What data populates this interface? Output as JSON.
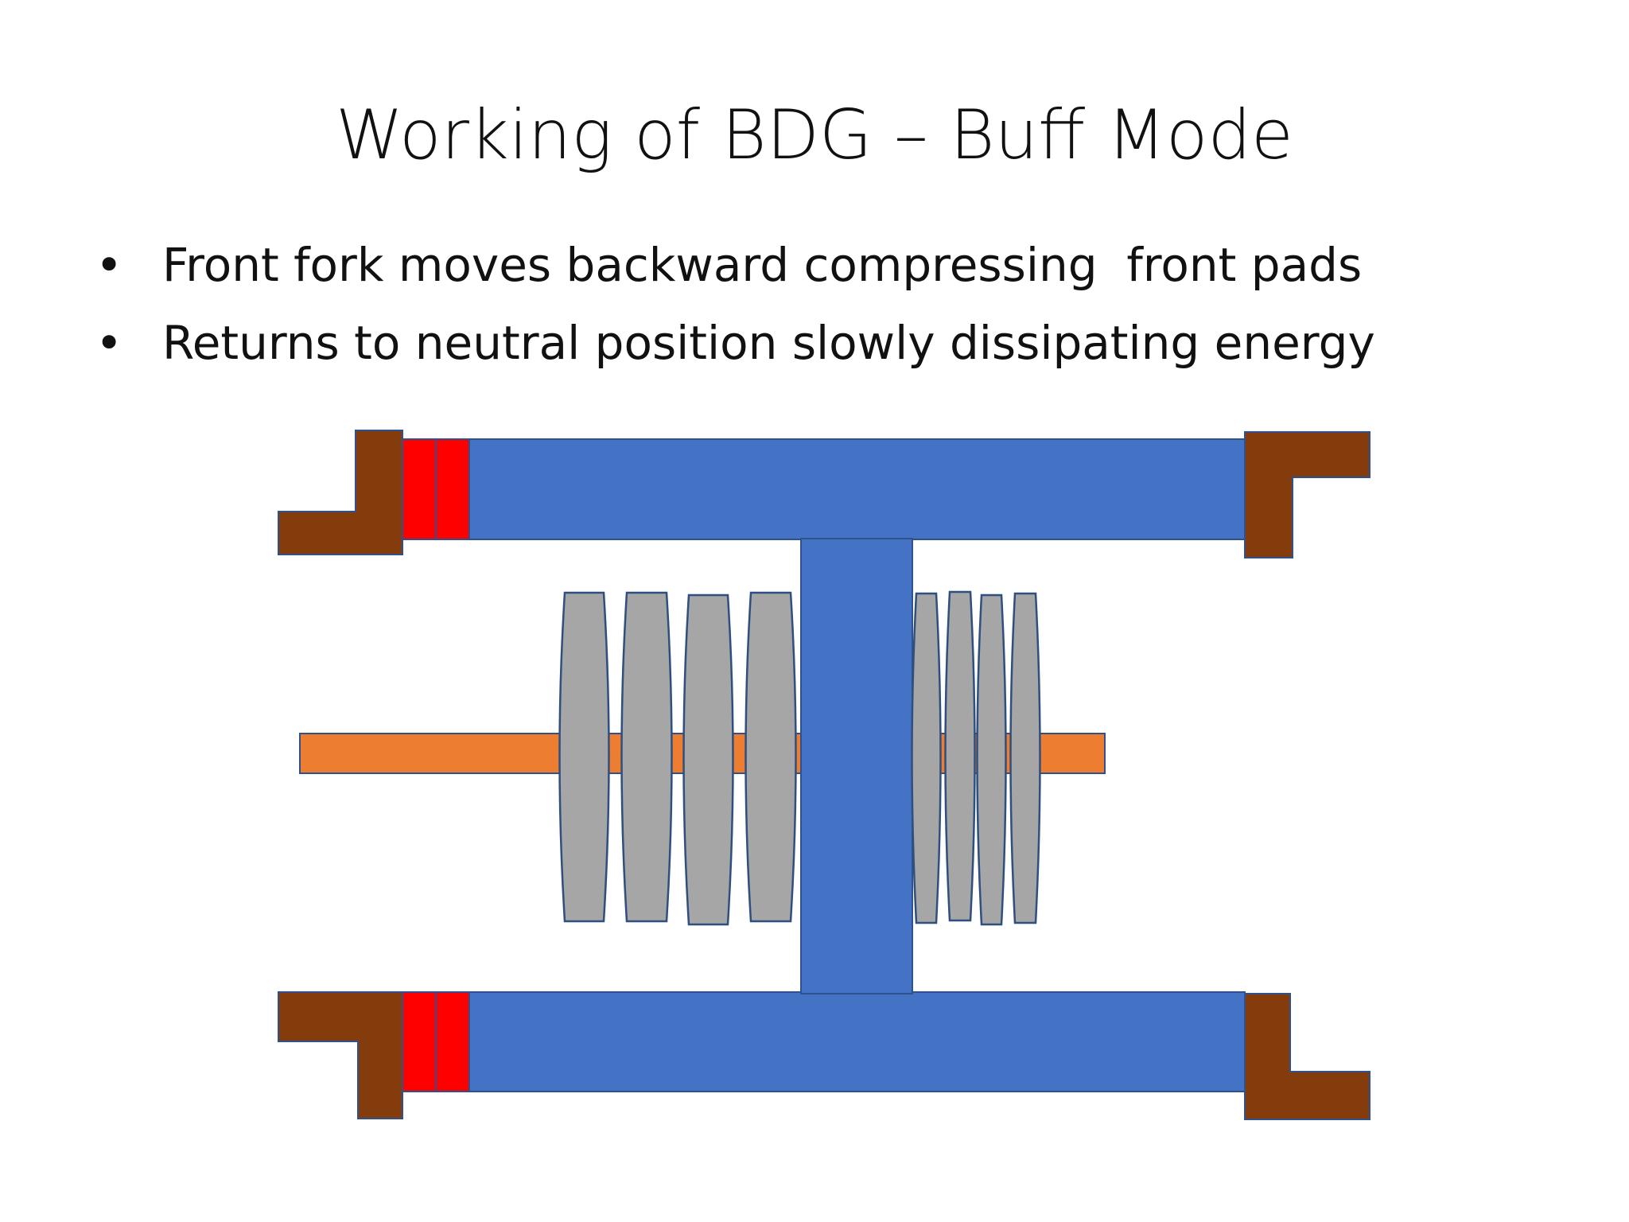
{
  "slide": {
    "title": "Working of BDG – Buff Mode",
    "bullets": [
      {
        "marker": "•",
        "text": "Front fork moves backward compressing  front pads"
      },
      {
        "marker": "•",
        "text": "Returns to neutral position slowly dissipating energy"
      }
    ]
  },
  "colors": {
    "fork_blue": "#4472C4",
    "fork_outline": "#2F528F",
    "pad_red": "#FF0000",
    "stop_brown": "#843C0C",
    "shaft_orange": "#ED7D31",
    "disc_gray": "#A6A6A6",
    "disc_outline": "#2F4F7F"
  },
  "diagram": {
    "front_pad_stack": {
      "count": 4,
      "state": "uncompressed"
    },
    "rear_pad_stack": {
      "count": 4,
      "state": "compressed"
    },
    "friction_pads": 4,
    "stops": 4
  }
}
